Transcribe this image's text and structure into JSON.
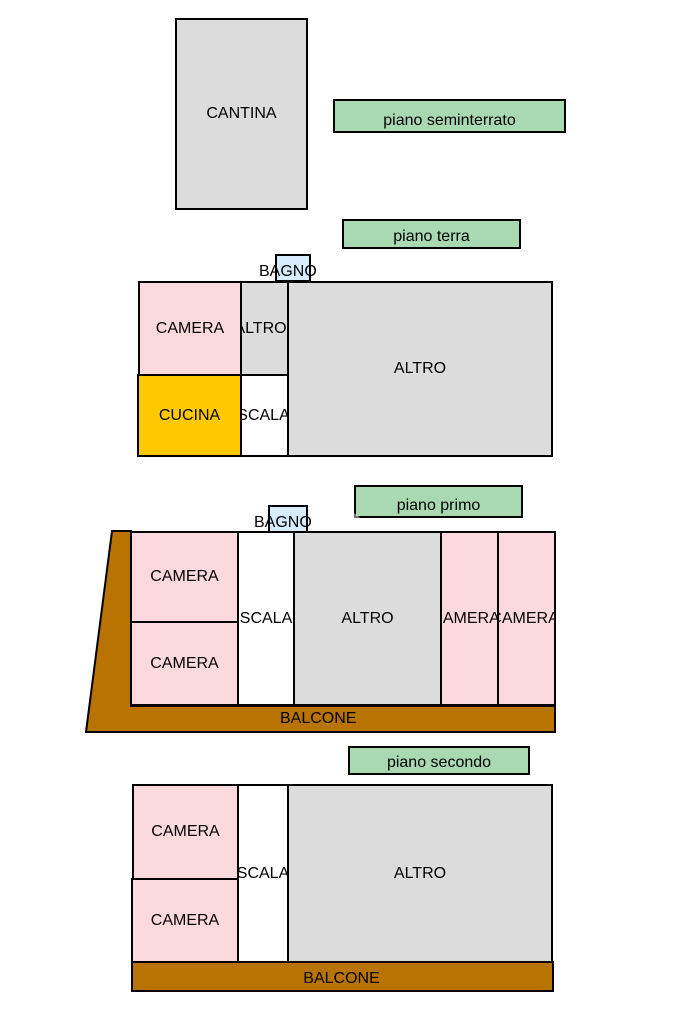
{
  "labels": {
    "seminterrato": "piano seminterrato",
    "terra": "piano terra",
    "primo": "piano primo",
    "secondo": "piano secondo"
  },
  "rooms": {
    "cantina": "CANTINA",
    "camera": "CAMERA",
    "cucina": "CUCINA",
    "altro": "ALTRO",
    "scala": "SCALA",
    "bagno": "BAGNO",
    "balcone": "BALCONE"
  },
  "colors": {
    "room_grey": "#dcdcdc",
    "camera_pink": "#fcd8df",
    "cucina_yellow": "#ffc800",
    "balcone_brown": "#b87300",
    "label_green": "#a9d9b1",
    "bagno_blue": "#d6ecff"
  }
}
